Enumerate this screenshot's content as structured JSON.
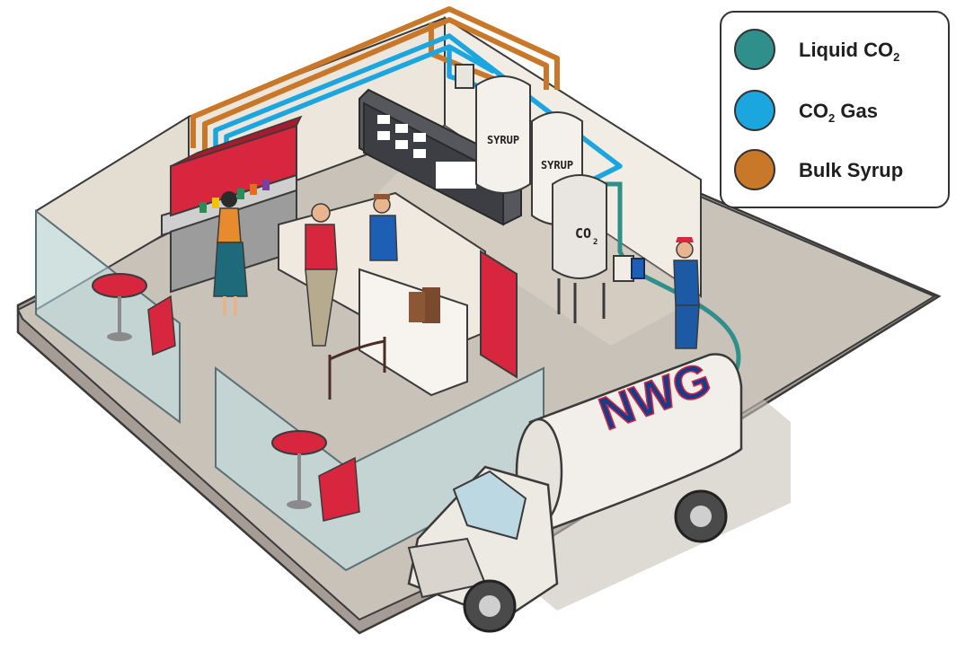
{
  "tank_labels": {
    "syrup_tank_1": "SYRUP",
    "syrup_tank_2": "SYRUP",
    "co2_tank_main": "CO",
    "co2_tank_sub": "2"
  },
  "truck": {
    "logo_text": "NWG"
  },
  "legend": {
    "items": [
      {
        "pre": "Liquid CO",
        "sub": "2",
        "post": "",
        "color": "#2f8f8a"
      },
      {
        "pre": "CO",
        "sub": "2",
        "post": " Gas",
        "color": "#1ba6e0"
      },
      {
        "pre": "Bulk Syrup",
        "sub": "",
        "post": "",
        "color": "#c9782a"
      }
    ]
  },
  "colors": {
    "liquid_co2": "#2f8f8a",
    "co2_gas": "#1ba6e0",
    "bulk_syrup": "#c9782a",
    "accent_red": "#d7263d"
  }
}
